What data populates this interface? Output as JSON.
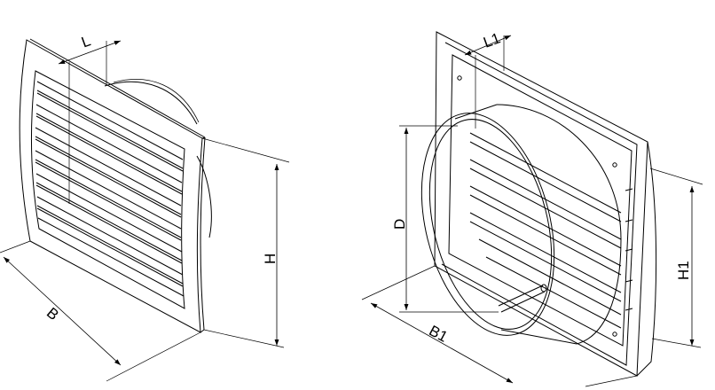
{
  "views": {
    "front": {
      "dimensions": {
        "depth": "L",
        "width": "B",
        "height": "H"
      }
    },
    "rear": {
      "dimensions": {
        "depth": "L1",
        "diameter": "D",
        "width": "B1",
        "height": "H1"
      }
    }
  },
  "colors": {
    "line": "#000000",
    "background": "#ffffff"
  }
}
